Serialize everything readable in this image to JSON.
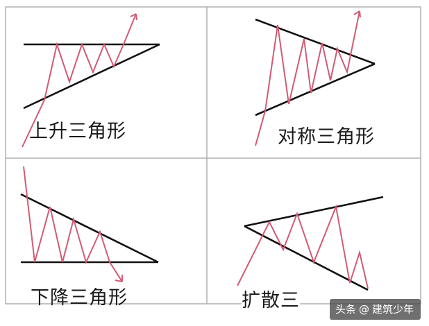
{
  "panels": [
    {
      "id": "ascending",
      "label": "上升三角形"
    },
    {
      "id": "symmetric",
      "label": "对称三角形"
    },
    {
      "id": "descending",
      "label": "下降三角形"
    },
    {
      "id": "expanding",
      "label": "扩散三"
    }
  ],
  "watermark": {
    "prefix": "头条",
    "at": "@",
    "author": "建筑少年"
  },
  "colors": {
    "border": "#b0b0b0",
    "trendline": "#111111",
    "price_line": "#d35a74"
  }
}
